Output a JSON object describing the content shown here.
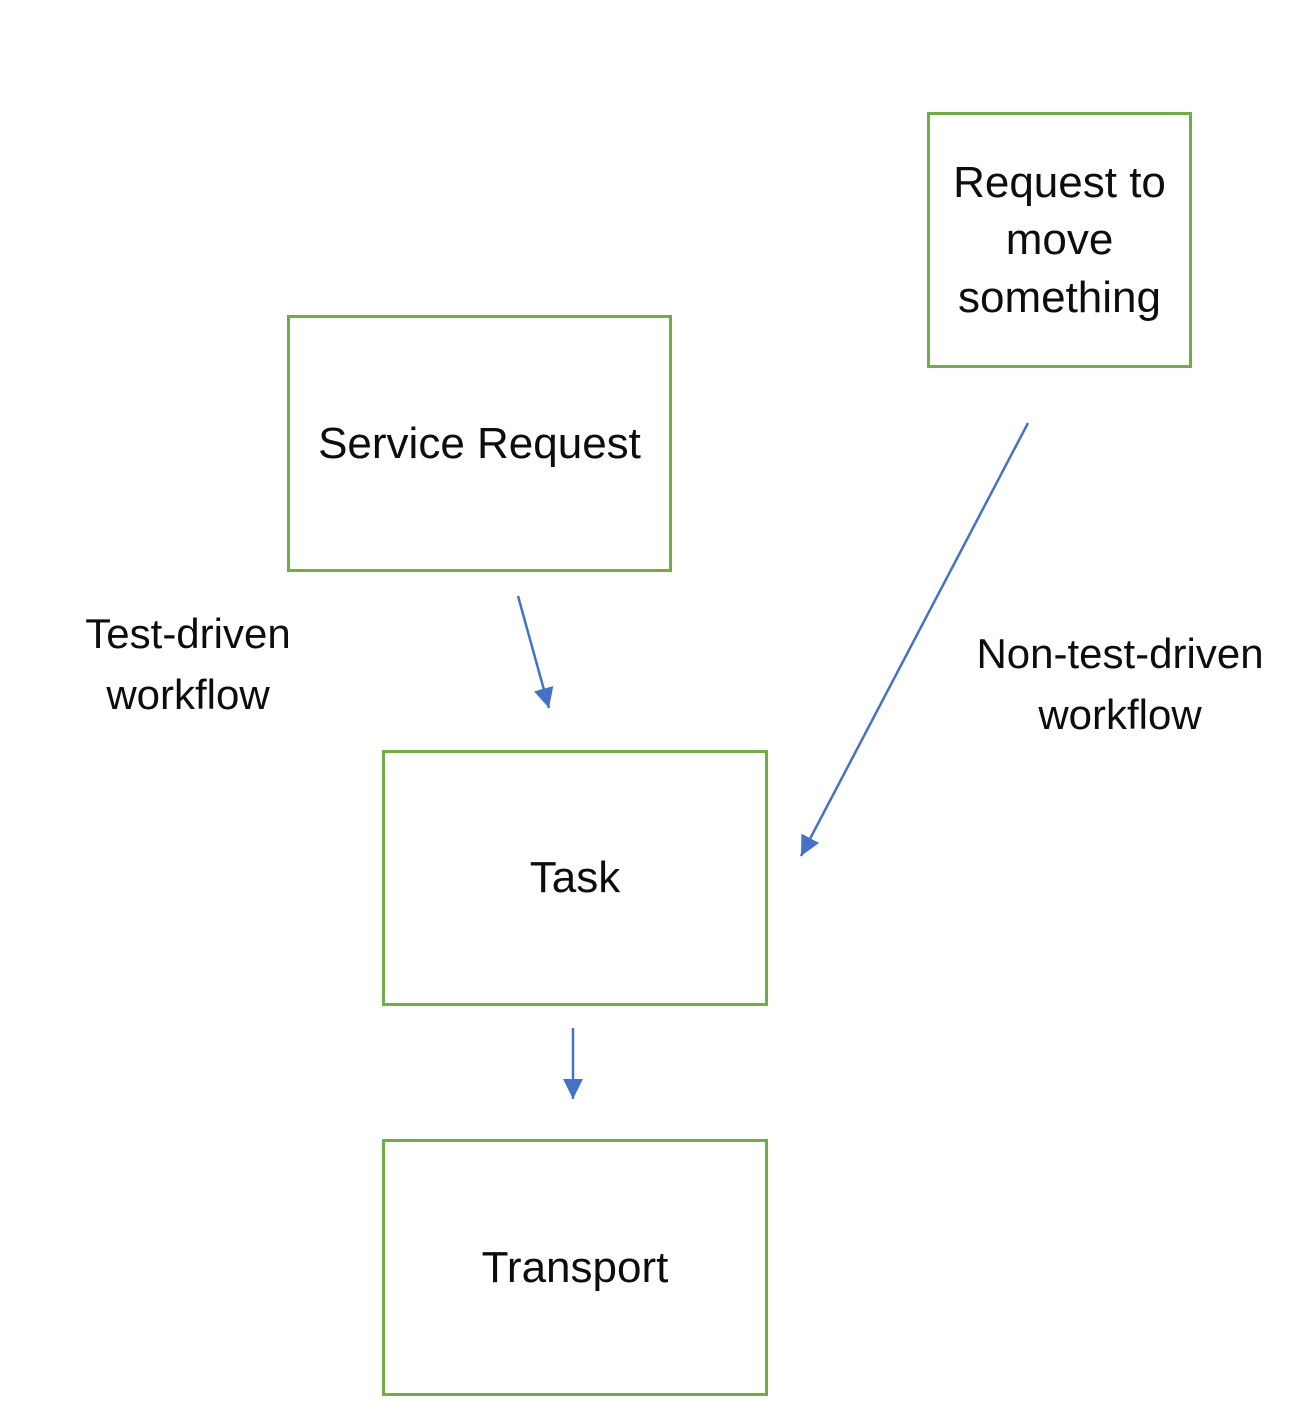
{
  "colors": {
    "box_border": "#70AD47",
    "arrow": "#4472C4",
    "text": "#000000",
    "background": "#FFFFFF"
  },
  "diagram": {
    "nodes": [
      {
        "id": "request-to-move-something",
        "label": "Request to move something"
      },
      {
        "id": "service-request",
        "label": "Service Request"
      },
      {
        "id": "task",
        "label": "Task"
      },
      {
        "id": "transport",
        "label": "Transport"
      }
    ],
    "edges": [
      {
        "from": "service-request",
        "to": "task",
        "label": "Test-driven workflow"
      },
      {
        "from": "request-to-move-something",
        "to": "task",
        "label": "Non-test-driven workflow"
      },
      {
        "from": "task",
        "to": "transport",
        "label": ""
      }
    ]
  }
}
